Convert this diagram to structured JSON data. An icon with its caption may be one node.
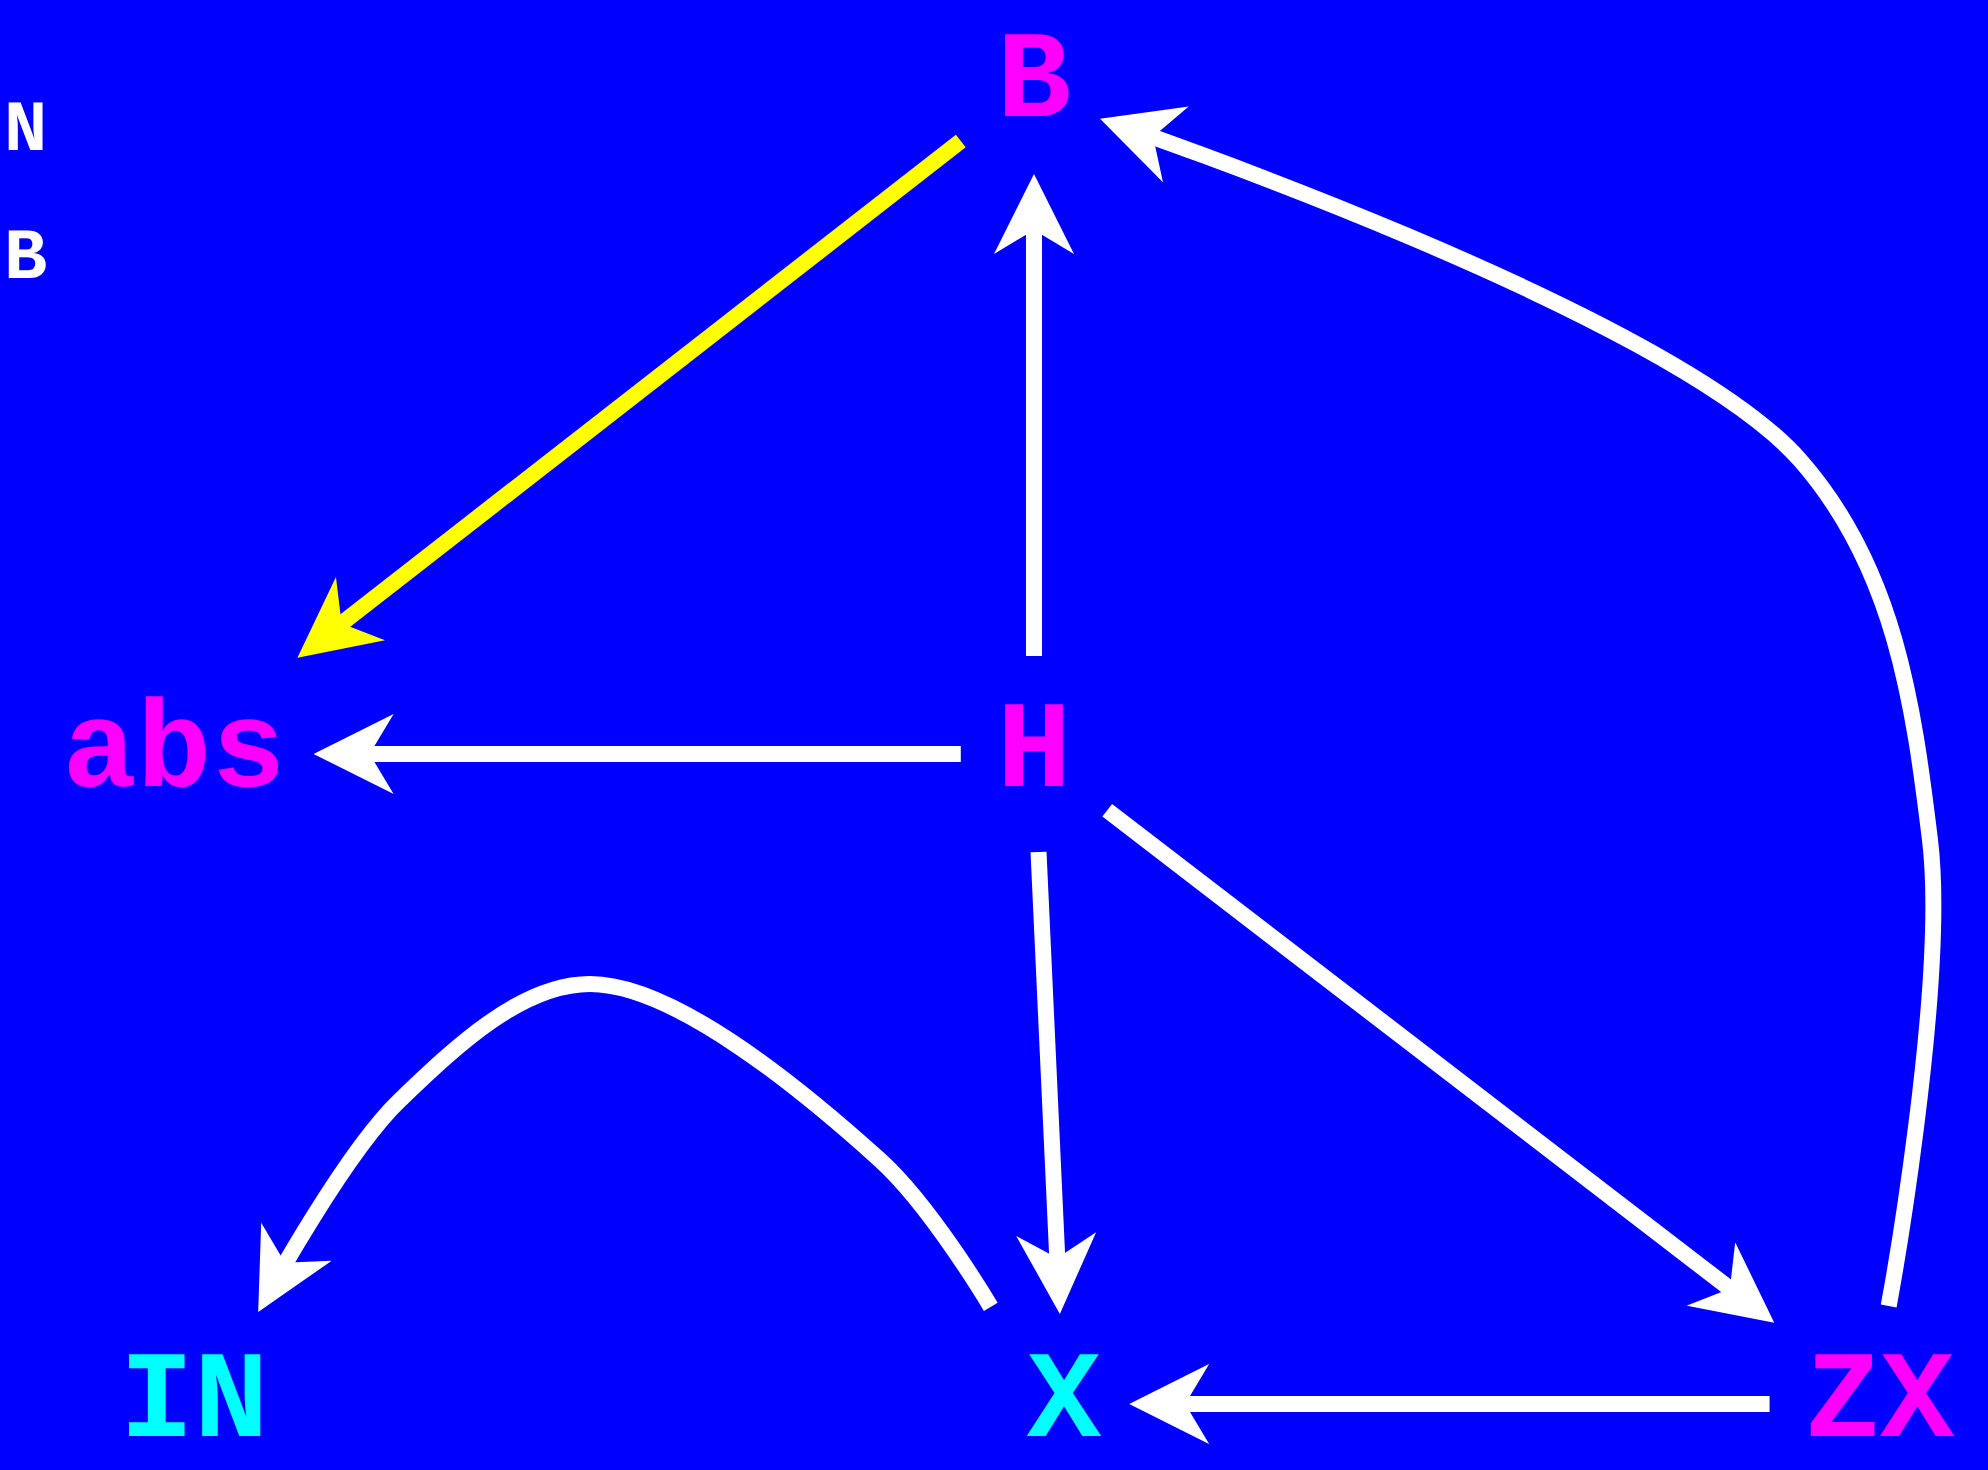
{
  "diagram": {
    "nodes": [
      {
        "text": [
          "B"
        ]
      },
      {
        "text": [
          "abs"
        ]
      },
      {
        "text": [
          "H"
        ]
      },
      {
        "text": [
          "IN"
        ]
      },
      {
        "text": [
          "X"
        ]
      },
      {
        "text": [
          "ZX"
        ]
      }
    ],
    "edges": [
      {
        "from": 0,
        "to": 1,
        "arrow": "to",
        "color": "#ffff00"
      },
      {
        "from": 2,
        "to": 0,
        "arrow": "to"
      },
      {
        "from": 2,
        "to": 1,
        "arrow": "to"
      },
      {
        "from": 2,
        "to": 4,
        "arrow": "to"
      },
      {
        "from": 2,
        "to": 5,
        "arrow": "to"
      },
      {
        "from": 5,
        "to": 0,
        "arrow": "to"
      },
      {
        "from": 4,
        "to": 3,
        "arrow": "to"
      },
      {
        "from": 5,
        "to": 4,
        "arrow": "to"
      }
    ],
    "labels": [
      "N",
      "B"
    ]
  }
}
